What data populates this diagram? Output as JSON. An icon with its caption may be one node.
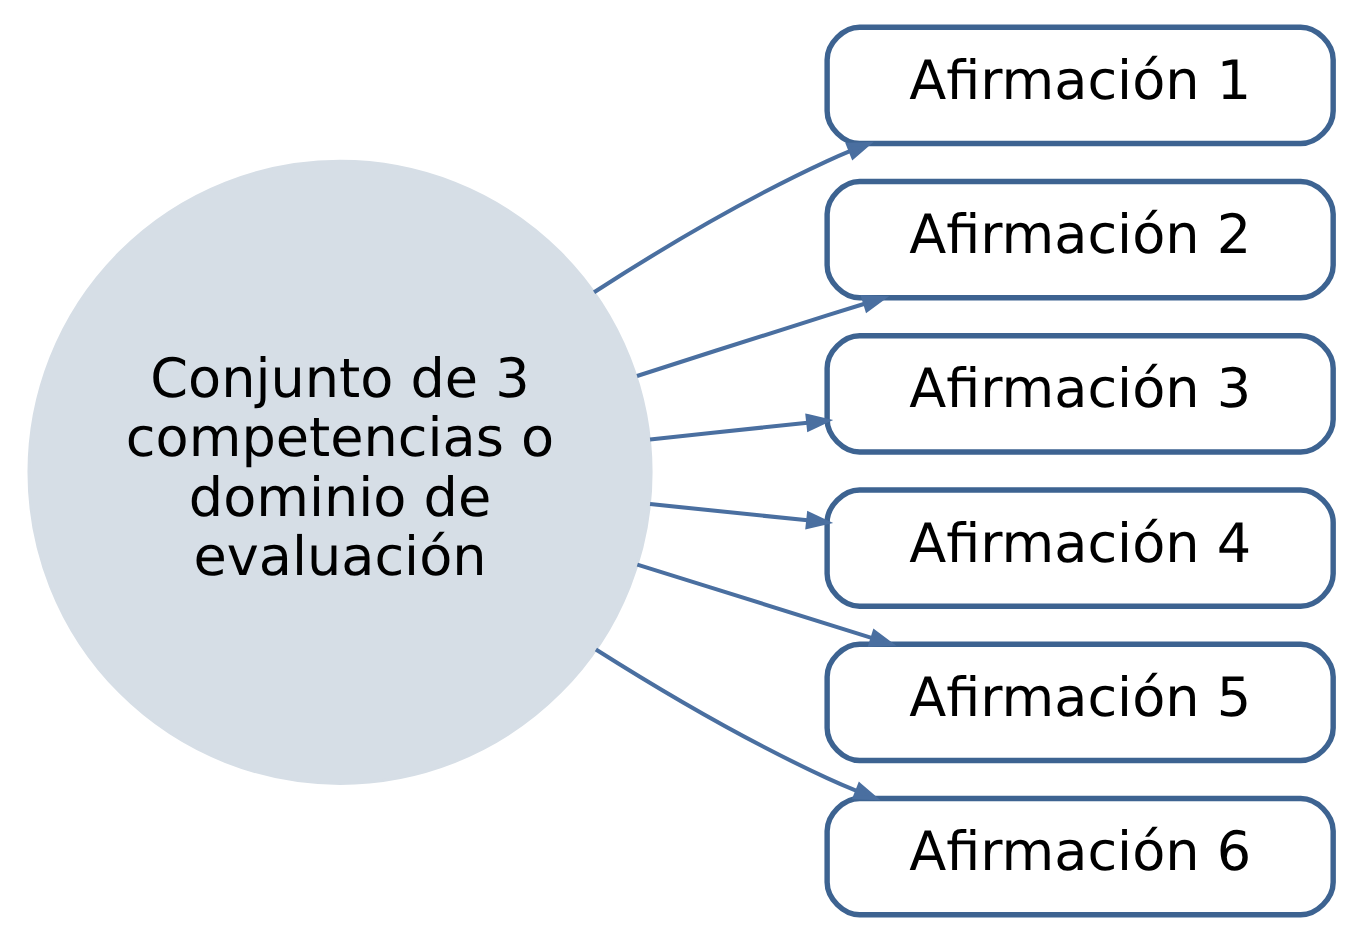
{
  "diagram": {
    "nodes": [
      {
        "text": [
          "Conjunto de 3 competencias o dominio de evaluación"
        ]
      },
      {
        "text": [
          "Afirmación 1"
        ]
      },
      {
        "text": [
          "Afirmación 2"
        ]
      },
      {
        "text": [
          "Afirmación 3"
        ]
      },
      {
        "text": [
          "Afirmación 4"
        ]
      },
      {
        "text": [
          "Afirmación 5"
        ]
      },
      {
        "text": [
          "Afirmación 6"
        ]
      }
    ],
    "edges": [
      {
        "from": 0,
        "to": 1,
        "arrow": "to"
      },
      {
        "from": 0,
        "to": 2,
        "arrow": "to"
      },
      {
        "from": 0,
        "to": 3,
        "arrow": "to"
      },
      {
        "from": 0,
        "to": 4,
        "arrow": "to"
      },
      {
        "from": 0,
        "to": 5,
        "arrow": "to"
      },
      {
        "from": 0,
        "to": 6,
        "arrow": "to"
      }
    ]
  }
}
